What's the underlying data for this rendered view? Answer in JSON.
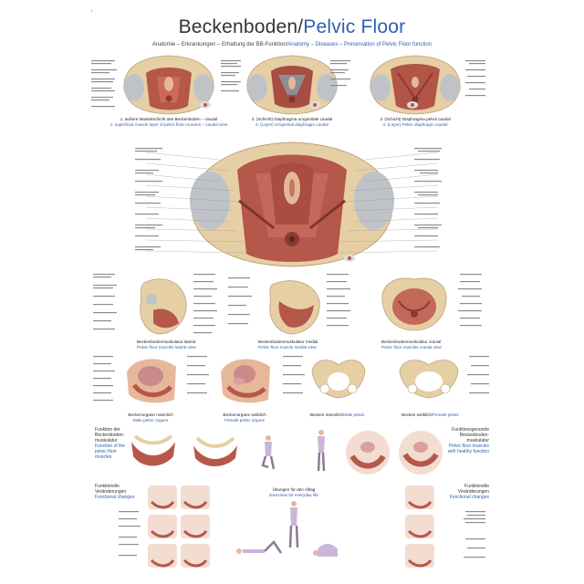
{
  "page_marker": "!",
  "header": {
    "title_de": "Beckenboden/",
    "title_en": "Pelvic Floor",
    "subtitle_de": "Anatomie – Erkrankungen – Erhaltung der BB-Funktion/",
    "subtitle_en": "Anatomy – Diseases – Preservation of Pelvic Floor function"
  },
  "top_row": [
    {
      "caption_de": "1. äußere Muskelschicht des Beckenboden – caudal",
      "caption_en": "1. superficial muscle layer of pelvic floor muscles – caudal view"
    },
    {
      "caption_de": "2. (Schicht) Diaphragma urogenitale caudal",
      "caption_en": "2. (Layer) Urogenital diaphragm caudal"
    },
    {
      "caption_de": "3. (Schicht) Diaphragma pelvis caudal",
      "caption_en": "3. (Layer) Pelvic diaphragm caudal"
    }
  ],
  "mid_row": [
    {
      "caption_de": "Beckenbodenmuskulatur lateral",
      "caption_en": "Pelvic floor muscles lateral view"
    },
    {
      "caption_de": "Beckenbodenmuskulatur medial",
      "caption_en": "Pelvic floor muscle medial view"
    },
    {
      "caption_de": "Beckenbodenmuskulatur cranial",
      "caption_en": "Pelvic floor muscles cranial view"
    }
  ],
  "organs_row": [
    {
      "caption_de": "Beckenorgane männlich",
      "caption_en": "Male pelvic organs"
    },
    {
      "caption_de": "Beckenorgane weiblich",
      "caption_en": "Female pelvic organs"
    },
    {
      "caption_de": "Becken männlich/",
      "caption_en": "Male pelvis"
    },
    {
      "caption_de": "Becken weiblich/",
      "caption_en": "Female pelvis"
    }
  ],
  "function_left": {
    "de": "Funktion der Beckenboden-muskulatur",
    "en": "Function of the pelvic floor muscles"
  },
  "function_right": {
    "de": "Funktionsgesunde Beckenboden-muskulatur",
    "en": "Pelvic floor muscles with healthy function"
  },
  "changes_left": {
    "de": "Funktionelle Veränderungen",
    "en": "Functional changes"
  },
  "changes_right": {
    "de": "Funktionelle Veränderungen",
    "en": "Functional changes"
  },
  "exercises": {
    "de": "Übungen für den Alltag",
    "en": "Exercises for everyday life"
  },
  "colors": {
    "title_en": "#2f5fb0",
    "muscle": "#b5574a",
    "bone": "#e6cfa4",
    "skin": "#e7b79a"
  },
  "icons": [
    "pelvis-illustration",
    "muscle-illustration",
    "exercise-figure"
  ]
}
